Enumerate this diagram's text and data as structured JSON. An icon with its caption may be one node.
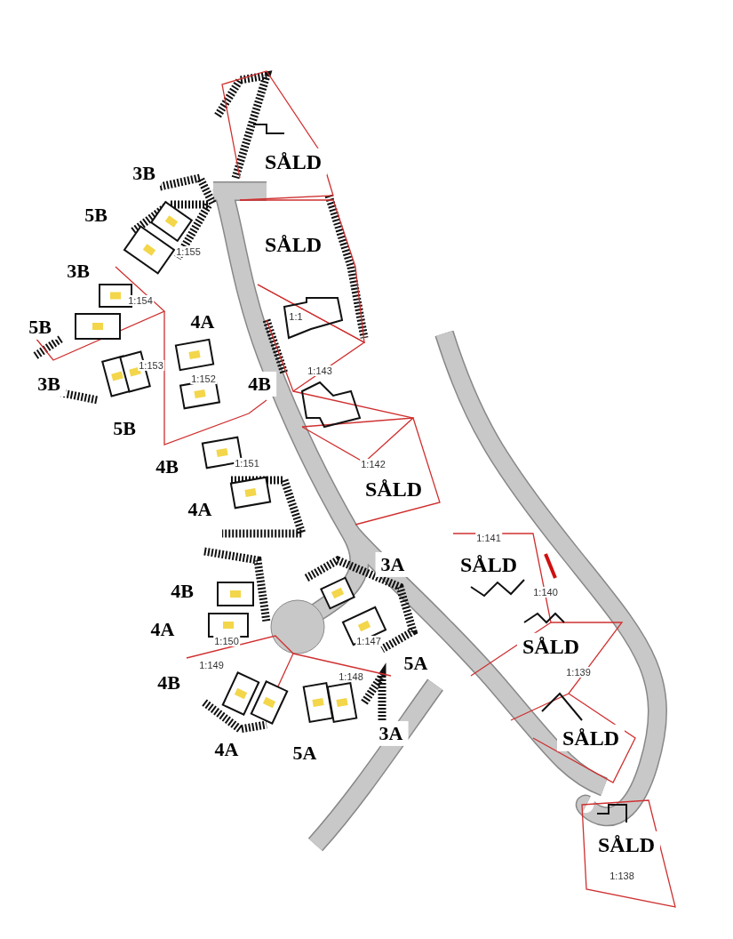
{
  "diagram": {
    "labels": [
      "SÅLD",
      "3B",
      "5B",
      "SÅLD",
      "1:155",
      "3B",
      "1:154",
      "1:1",
      "4A",
      "5B",
      "1:153",
      "1:143",
      "1:152",
      "3B",
      "4B",
      "5B",
      "1:151",
      "4B",
      "1:142",
      "SÅLD",
      "4A",
      "1:141",
      "3A",
      "SÅLD",
      "1:140",
      "4B",
      "4A",
      "SÅLD",
      "1:150",
      "1:147",
      "1:149",
      "5A",
      "1:139",
      "4B",
      "1:148",
      "3A",
      "SÅLD",
      "4A",
      "5A",
      "SÅLD",
      "1:138"
    ]
  }
}
